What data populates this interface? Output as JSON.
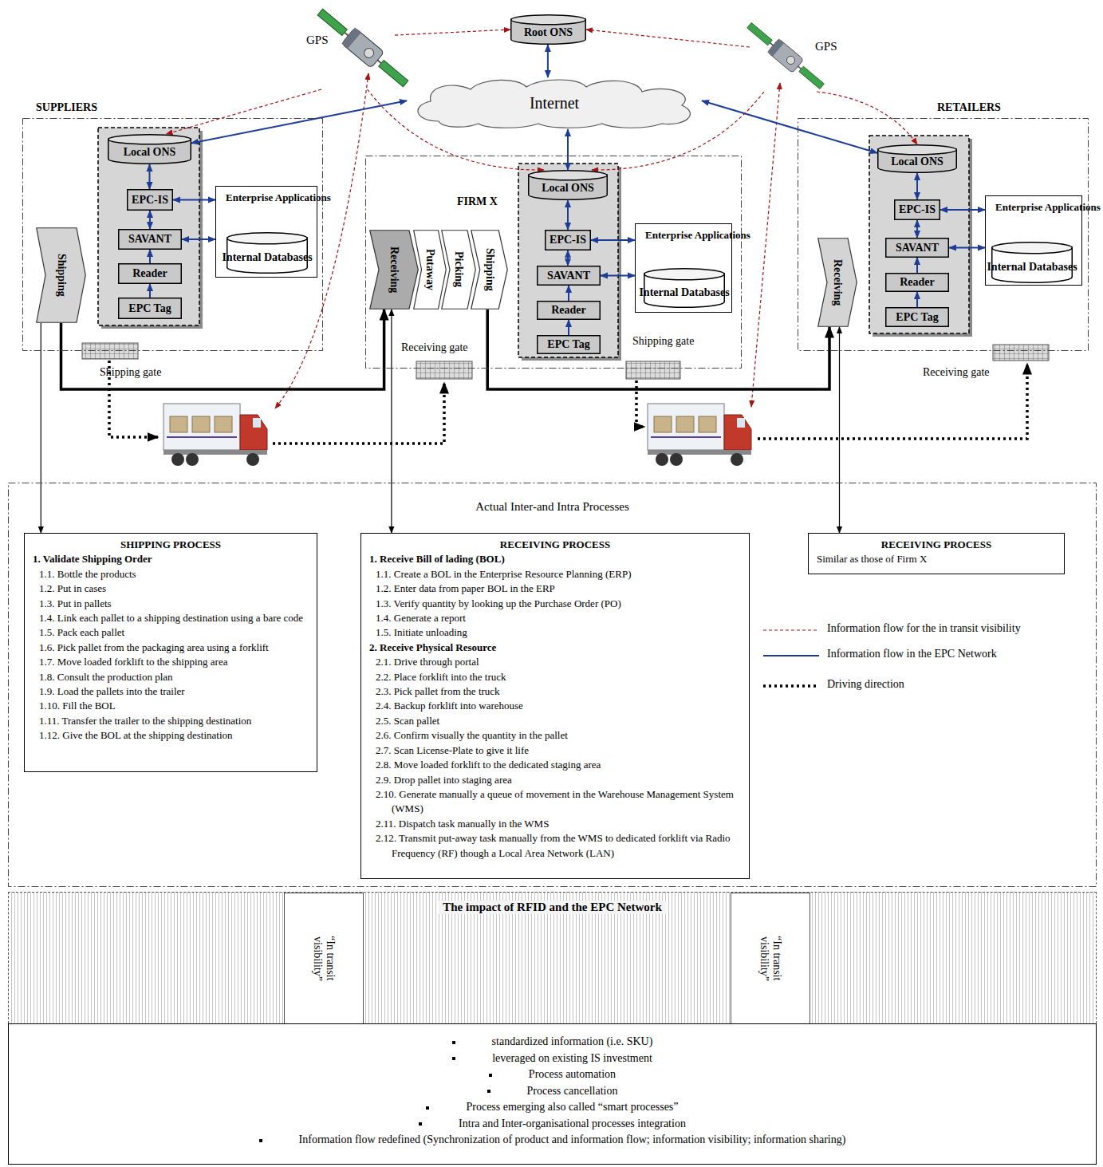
{
  "diagram": {
    "nodes": [
      {
        "text": [
          "GPS"
        ]
      },
      {
        "text": [
          "Root ONS"
        ]
      },
      {
        "text": [
          "GPS"
        ]
      },
      {
        "text": [
          "Internet"
        ]
      },
      {
        "text": [
          "SUPPLIERS"
        ]
      },
      {
        "text": [
          "Shipping"
        ],
        "in": 4
      },
      {
        "text": [
          "Local ONS"
        ],
        "in": 4
      },
      {
        "text": [
          "EPC-IS"
        ],
        "in": 4
      },
      {
        "text": [
          "SAVANT"
        ],
        "in": 4
      },
      {
        "text": [
          "Reader"
        ],
        "in": 4
      },
      {
        "text": [
          "EPC Tag"
        ],
        "in": 4
      },
      {
        "text": [
          "Enterprise Applications"
        ],
        "in": 4
      },
      {
        "text": [
          "Internal Databases"
        ],
        "in": 11
      },
      {
        "text": [
          "FIRM X"
        ]
      },
      {
        "text": [
          "Receiving"
        ],
        "in": 13
      },
      {
        "text": [
          "Putaway"
        ],
        "in": 13
      },
      {
        "text": [
          "Picking"
        ],
        "in": 13
      },
      {
        "text": [
          "Shipping"
        ],
        "in": 13
      },
      {
        "text": [
          "Local ONS"
        ],
        "in": 13
      },
      {
        "text": [
          "EPC-IS"
        ],
        "in": 13
      },
      {
        "text": [
          "SAVANT"
        ],
        "in": 13
      },
      {
        "text": [
          "Reader"
        ],
        "in": 13
      },
      {
        "text": [
          "EPC Tag"
        ],
        "in": 13
      },
      {
        "text": [
          "Enterprise Applications"
        ],
        "in": 13
      },
      {
        "text": [
          "Internal Databases"
        ],
        "in": 23
      },
      {
        "text": [
          "RETAILERS"
        ]
      },
      {
        "text": [
          "Receiving"
        ],
        "in": 25
      },
      {
        "text": [
          "Local ONS"
        ],
        "in": 25
      },
      {
        "text": [
          "EPC-IS"
        ],
        "in": 25
      },
      {
        "text": [
          "SAVANT"
        ],
        "in": 25
      },
      {
        "text": [
          "Reader"
        ],
        "in": 25
      },
      {
        "text": [
          "EPC Tag"
        ],
        "in": 25
      },
      {
        "text": [
          "Enterprise Applications"
        ],
        "in": 25
      },
      {
        "text": [
          "Internal Databases"
        ],
        "in": 32
      },
      {
        "text": [
          "Actual Inter-and Intra Processes"
        ]
      },
      {
        "text": [
          "SHIPPING PROCESS",
          "1. Validate Shipping Order",
          "1.1. Bottle the products",
          "1.2. Put in cases",
          "1.3. Put in pallets",
          "1.4. Link each pallet to a shipping destination using a bare code",
          "1.5. Pack each pallet",
          "1.6. Pick pallet from the packaging area using a forklift",
          "1.7. Move loaded forklift to the shipping area",
          "1.8. Consult the production plan",
          "1.9. Load the pallets into the trailer",
          "1.10. Fill the BOL",
          "1.11. Transfer the trailer to the shipping destination",
          "1.12. Give the BOL at the shipping destination"
        ],
        "in": 34
      },
      {
        "text": [
          "RECEIVING PROCESS",
          "1. Receive Bill of lading (BOL)",
          "1.1. Create a BOL in the Enterprise Resource Planning (ERP)",
          "1.2. Enter data from paper BOL in the ERP",
          "1.3. Verify quantity by looking up the Purchase Order (PO)",
          "1.4. Generate a report",
          "1.5. Initiate unloading",
          "2. Receive Physical Resource",
          "2.1. Drive through portal",
          "2.2. Place forklift into the truck",
          "2.3. Pick pallet from the truck",
          "2.4. Backup forklift into warehouse",
          "2.5. Scan pallet",
          "2.6. Confirm visually the quantity in the pallet",
          "2.7. Scan License-Plate to give it life",
          "2.8. Move loaded forklift to the dedicated staging area",
          "2.9. Drop pallet into staging area",
          "2.10. Generate manually a queue of movement in the Warehouse Management System (WMS)",
          "2.11. Dispatch task manually in the WMS",
          "2.12. Transmit put-away task manually from the WMS to dedicated forklift via Radio Frequency (RF) though a Local Area Network (LAN)"
        ],
        "in": 34
      },
      {
        "text": [
          "RECEIVING PROCESS",
          "Similar as those of Firm X"
        ],
        "in": 34
      },
      {
        "text": [
          "The impact of RFID and the EPC Network"
        ]
      },
      {
        "text": [
          "“In transit visibility”"
        ],
        "in": 38
      },
      {
        "text": [
          "“In transit visibility”"
        ],
        "in": 38
      },
      {
        "text": [
          "standardized information (i.e. SKU)",
          "leveraged on existing IS investment",
          "Process automation",
          "Process cancellation",
          "Process emerging also called “smart processes”",
          "Intra and Inter-organisational processes integration",
          "Information flow redefined (Synchronization of product and information flow; information visibility; information sharing)"
        ]
      }
    ],
    "edges": [
      {
        "from": 3,
        "to": 1,
        "arrow": "both"
      },
      {
        "from": 3,
        "to": 6,
        "arrow": "both"
      },
      {
        "from": 3,
        "to": 18,
        "arrow": "both"
      },
      {
        "from": 3,
        "to": 27,
        "arrow": "both"
      },
      {
        "from": 6,
        "to": 7,
        "arrow": "both"
      },
      {
        "from": 7,
        "to": 8,
        "arrow": "both"
      },
      {
        "from": 9,
        "to": 8,
        "arrow": "to"
      },
      {
        "from": 10,
        "to": 9,
        "arrow": "to"
      },
      {
        "from": 7,
        "to": 11,
        "arrow": "both"
      },
      {
        "from": 8,
        "to": 11,
        "arrow": "both"
      },
      {
        "from": 18,
        "to": 19,
        "arrow": "both"
      },
      {
        "from": 19,
        "to": 20,
        "arrow": "both"
      },
      {
        "from": 21,
        "to": 20,
        "arrow": "to"
      },
      {
        "from": 22,
        "to": 21,
        "arrow": "to"
      },
      {
        "from": 19,
        "to": 23,
        "arrow": "both"
      },
      {
        "from": 20,
        "to": 23,
        "arrow": "both"
      },
      {
        "from": 27,
        "to": 28,
        "arrow": "both"
      },
      {
        "from": 28,
        "to": 29,
        "arrow": "both"
      },
      {
        "from": 30,
        "to": 29,
        "arrow": "to"
      },
      {
        "from": 31,
        "to": 30,
        "arrow": "to"
      },
      {
        "from": 28,
        "to": 32,
        "arrow": "both"
      },
      {
        "from": 29,
        "to": 32,
        "arrow": "both"
      },
      {
        "from": 0,
        "to": 1,
        "arrow": "to"
      },
      {
        "from": 2,
        "to": 1,
        "arrow": "to"
      },
      {
        "from": 0,
        "to": 6,
        "arrow": "to"
      },
      {
        "from": 2,
        "to": 27,
        "arrow": "to"
      },
      {
        "from": 0,
        "to": 18,
        "arrow": "to"
      },
      {
        "from": 2,
        "to": 18,
        "arrow": "to"
      },
      {
        "from": 5,
        "to": 14,
        "arrow": "to"
      },
      {
        "from": 17,
        "to": 26,
        "arrow": "to"
      },
      {
        "from": 5,
        "to": 35,
        "arrow": "to"
      },
      {
        "from": 14,
        "to": 36,
        "arrow": "both"
      },
      {
        "from": 26,
        "to": 37,
        "arrow": "both"
      }
    ],
    "labels": [
      "Shipping gate",
      "Receiving gate",
      "Shipping gate",
      "Receiving gate"
    ],
    "legend": [
      {
        "text": "Information flow for the in transit visibility"
      },
      {
        "text": "Information flow in the EPC Network"
      },
      {
        "text": "Driving direction"
      }
    ]
  }
}
